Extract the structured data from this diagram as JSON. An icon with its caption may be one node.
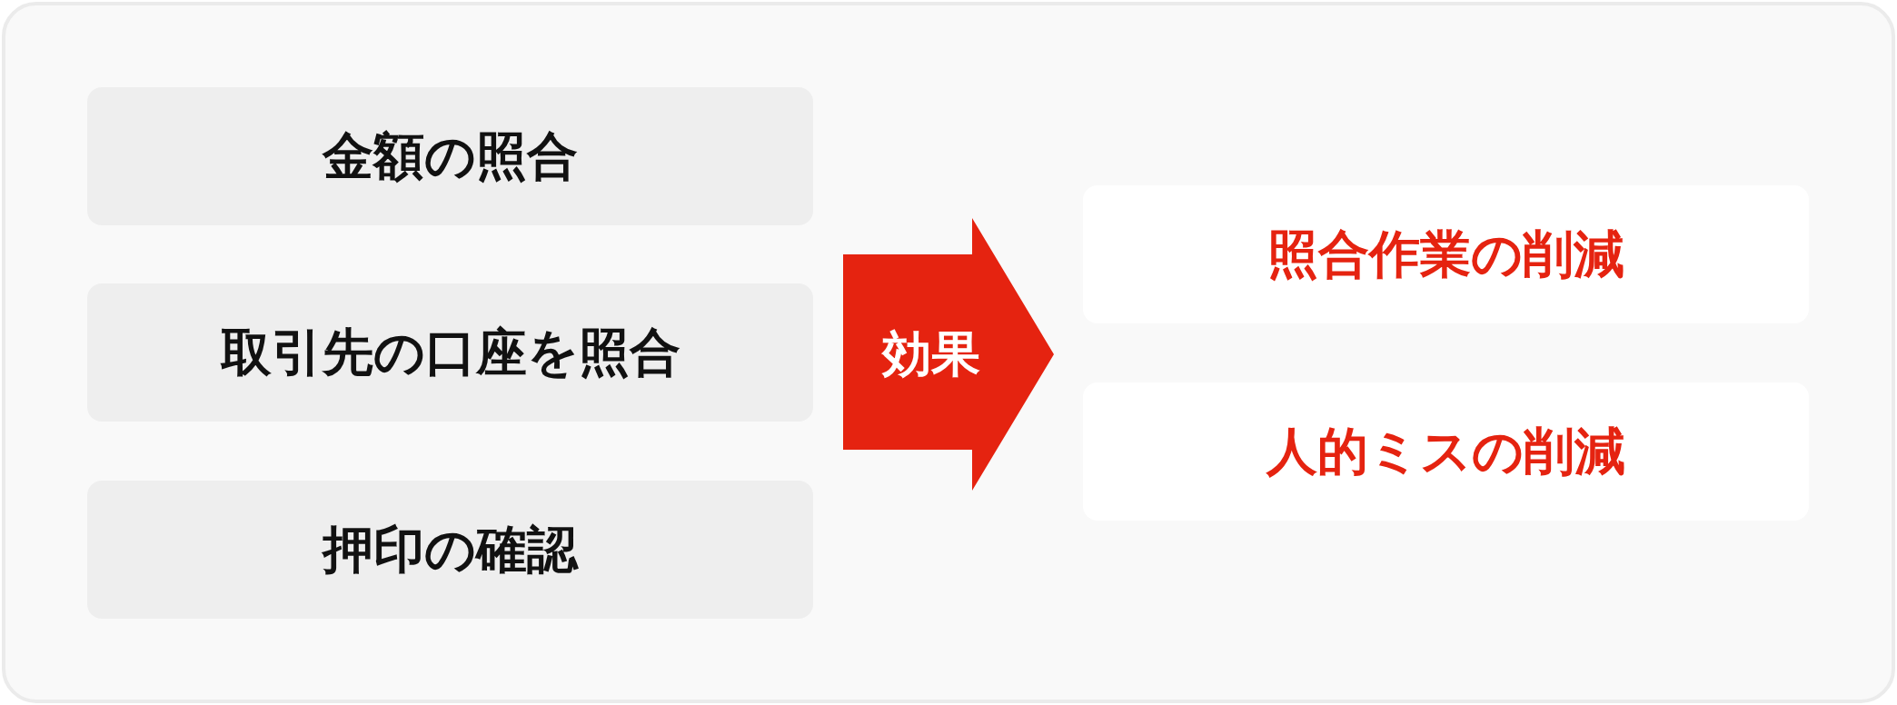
{
  "diagram": {
    "nodes": [
      {
        "text": [
          "金額の照合"
        ]
      },
      {
        "text": [
          "取引先の口座を照合"
        ]
      },
      {
        "text": [
          "押印の確認"
        ]
      },
      {
        "text": [
          "効果"
        ]
      },
      {
        "text": [
          "照合作業の削減"
        ]
      },
      {
        "text": [
          "人的ミスの削減"
        ]
      }
    ]
  }
}
